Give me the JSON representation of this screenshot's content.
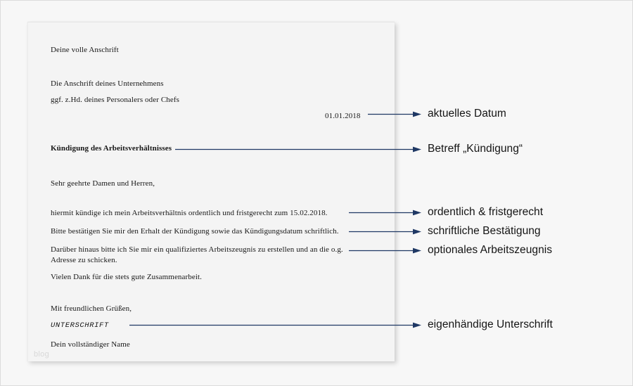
{
  "theme": {
    "canvas_bg": "#f7f7f7",
    "page_bg": "#f4f4f4",
    "arrow_color": "#1f3864",
    "label_color": "#141414",
    "letter_text_color": "#171717",
    "watermark_color": "#d8d8d8"
  },
  "letter": {
    "sender_address": "Deine volle Anschrift",
    "recipient_company": "Die Anschrift deines Unternehmens",
    "recipient_attn": "ggf. z.Hd. deines Personalers oder Chefs",
    "date": "01.01.2018",
    "subject": "Kündigung des Arbeitsverhältnisses",
    "salutation": "Sehr geehrte Damen und Herren,",
    "body_1": "hiermit kündige ich mein Arbeitsverhältnis ordentlich und fristgerecht zum 15.02.2018.",
    "body_2": "Bitte bestätigen Sie mir den Erhalt der Kündigung sowie das Kündigungsdatum schriftlich.",
    "body_3": "Darüber hinaus bitte ich Sie mir ein qualifiziertes Arbeitszeugnis zu erstellen und an die o.g.\nAdresse zu schicken.",
    "body_4": "Vielen Dank für die stets gute Zusammenarbeit.",
    "closing": "Mit freundlichen Grüßen,",
    "signature_placeholder": "UNTERSCHRIFT",
    "full_name": "Dein vollständiger Name",
    "watermark": "blog"
  },
  "annotations": [
    {
      "label": "aktuelles Datum",
      "target": "date"
    },
    {
      "label": "Betreff „Kündigung“",
      "target": "subject"
    },
    {
      "label": "ordentlich & fristgerecht",
      "target": "body_1"
    },
    {
      "label": "schriftliche Bestätigung",
      "target": "body_2"
    },
    {
      "label": "optionales Arbeitszeugnis",
      "target": "body_3"
    },
    {
      "label": "eigenhändige Unterschrift",
      "target": "signature"
    }
  ]
}
